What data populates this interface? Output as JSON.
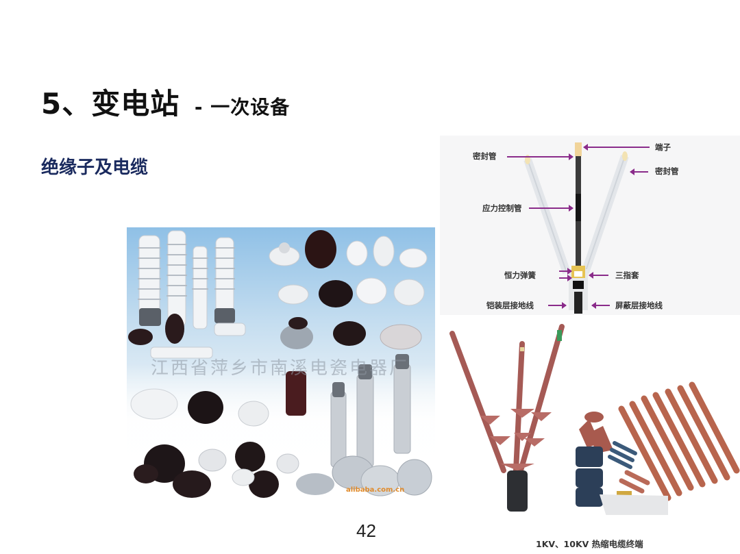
{
  "slide": {
    "title": "5、变电站",
    "title_suffix": "- 一次设备",
    "subtitle": "绝缘子及电缆",
    "page_number": "42",
    "colors": {
      "title": "#111111",
      "subtitle": "#1a2a5e",
      "arrow": "#8a2b8a"
    }
  },
  "images": {
    "insulators": {
      "watermark": "江西省萍乡市南溪电瓷电器厂",
      "watermark_url": "alibaba.com.cn"
    },
    "diagram": {
      "labels": {
        "terminal": "端子",
        "seal_tube_left": "密封管",
        "seal_tube_right": "密封管",
        "stress_control_tube": "应力控制管",
        "constant_force_spring": "恒力弹簧",
        "three_finger_sleeve": "三指套",
        "armor_ground_wire": "铠装层接地线",
        "shield_ground_wire": "屏蔽层接地线"
      }
    },
    "cable_termination": {
      "caption": "1KV、10KV 热缩电缆终端"
    }
  }
}
